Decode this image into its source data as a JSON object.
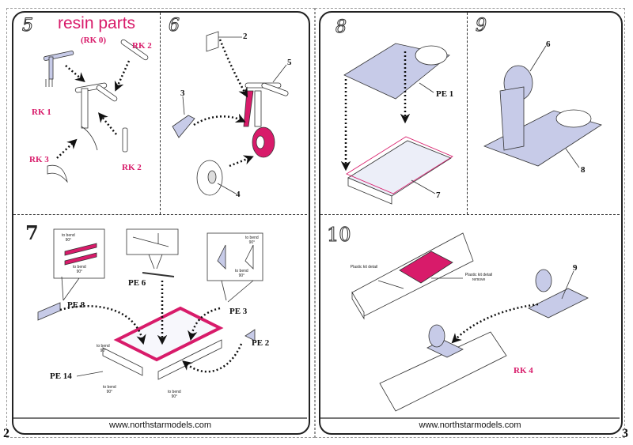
{
  "document": {
    "type": "model kit assembly instructions",
    "colors": {
      "accent": "#d81b6a",
      "part_fill": "#c7cbe8",
      "outline": "#222222"
    }
  },
  "left_page": {
    "page_number": "2",
    "footer_url": "www.northstarmodels.com",
    "step5": {
      "number": "5",
      "title": "resin parts",
      "subtitle": "(RK 0)",
      "labels": [
        "RK 1",
        "RK 2",
        "RK 3",
        "RK 2"
      ]
    },
    "step6": {
      "number": "6",
      "callouts": [
        "2",
        "5",
        "3",
        "4"
      ]
    },
    "step7": {
      "number": "7",
      "labels": {
        "pe8": "PE 8",
        "pe6": "PE 6",
        "pe3": "PE 3",
        "pe2": "PE 2",
        "pe14": "PE 14"
      },
      "bend_note_line1": "to bend",
      "bend_note_line2": "90°"
    }
  },
  "right_page": {
    "page_number": "3",
    "footer_url": "www.northstarmodels.com",
    "step8": {
      "number": "8",
      "labels": {
        "pe1": "PE 1",
        "callout": "7"
      }
    },
    "step9": {
      "number": "9",
      "callouts": [
        "6",
        "8"
      ]
    },
    "step10": {
      "number": "10",
      "plastic_detail": "Plastic kit detail",
      "plastic_remove": "Plastic kit detail remove",
      "callout": "9",
      "resin_label": "RK 4"
    }
  }
}
